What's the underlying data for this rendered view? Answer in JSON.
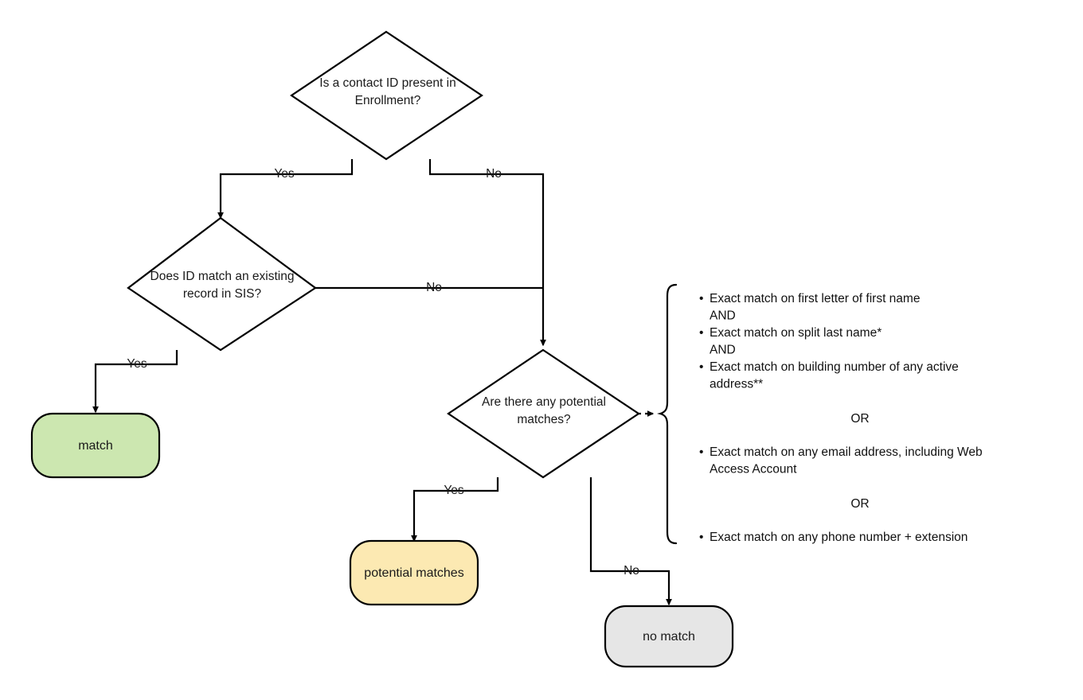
{
  "diagram": {
    "title": "Contact matching decision flowchart",
    "colors": {
      "match_fill": "#cce7b0",
      "potential_fill": "#fce9b2",
      "nomatch_fill": "#e6e6e6",
      "stroke": "#000000",
      "text": "#1a1a1a"
    },
    "decisions": [
      {
        "id": "decision-contact-id-present",
        "line1": "Is a contact ID present in",
        "line2": "Enrollment?"
      },
      {
        "id": "decision-id-match-sis",
        "line1": "Does ID match an existing",
        "line2": "record in SIS?"
      },
      {
        "id": "decision-potential-matches",
        "line1": "Are there any potential",
        "line2": "matches?"
      }
    ],
    "terminals": [
      {
        "id": "terminal-match",
        "label": "match"
      },
      {
        "id": "terminal-potential-matches",
        "label": "potential matches"
      },
      {
        "id": "terminal-no-match",
        "label": "no match"
      }
    ],
    "edge_labels": {
      "contact_id_yes": "Yes",
      "contact_id_no": "No",
      "sis_yes": "Yes",
      "sis_no": "No",
      "potential_yes": "Yes",
      "potential_no": "No"
    }
  },
  "annotation": {
    "bullet_glyph": "•",
    "items": [
      {
        "type": "bullet",
        "text": "Exact match on first letter of first name"
      },
      {
        "type": "cont",
        "text": "AND"
      },
      {
        "type": "bullet",
        "text": "Exact match on split last name*"
      },
      {
        "type": "cont",
        "text": "AND"
      },
      {
        "type": "bullet",
        "text": "Exact match on building number of any active"
      },
      {
        "type": "cont",
        "text": "address**"
      },
      {
        "type": "or",
        "text": "OR"
      },
      {
        "type": "bullet",
        "text": "Exact match on any email address, including Web"
      },
      {
        "type": "cont",
        "text": "Access Account"
      },
      {
        "type": "or",
        "text": "OR"
      },
      {
        "type": "bullet",
        "text": "Exact match on any phone number + extension"
      }
    ]
  }
}
